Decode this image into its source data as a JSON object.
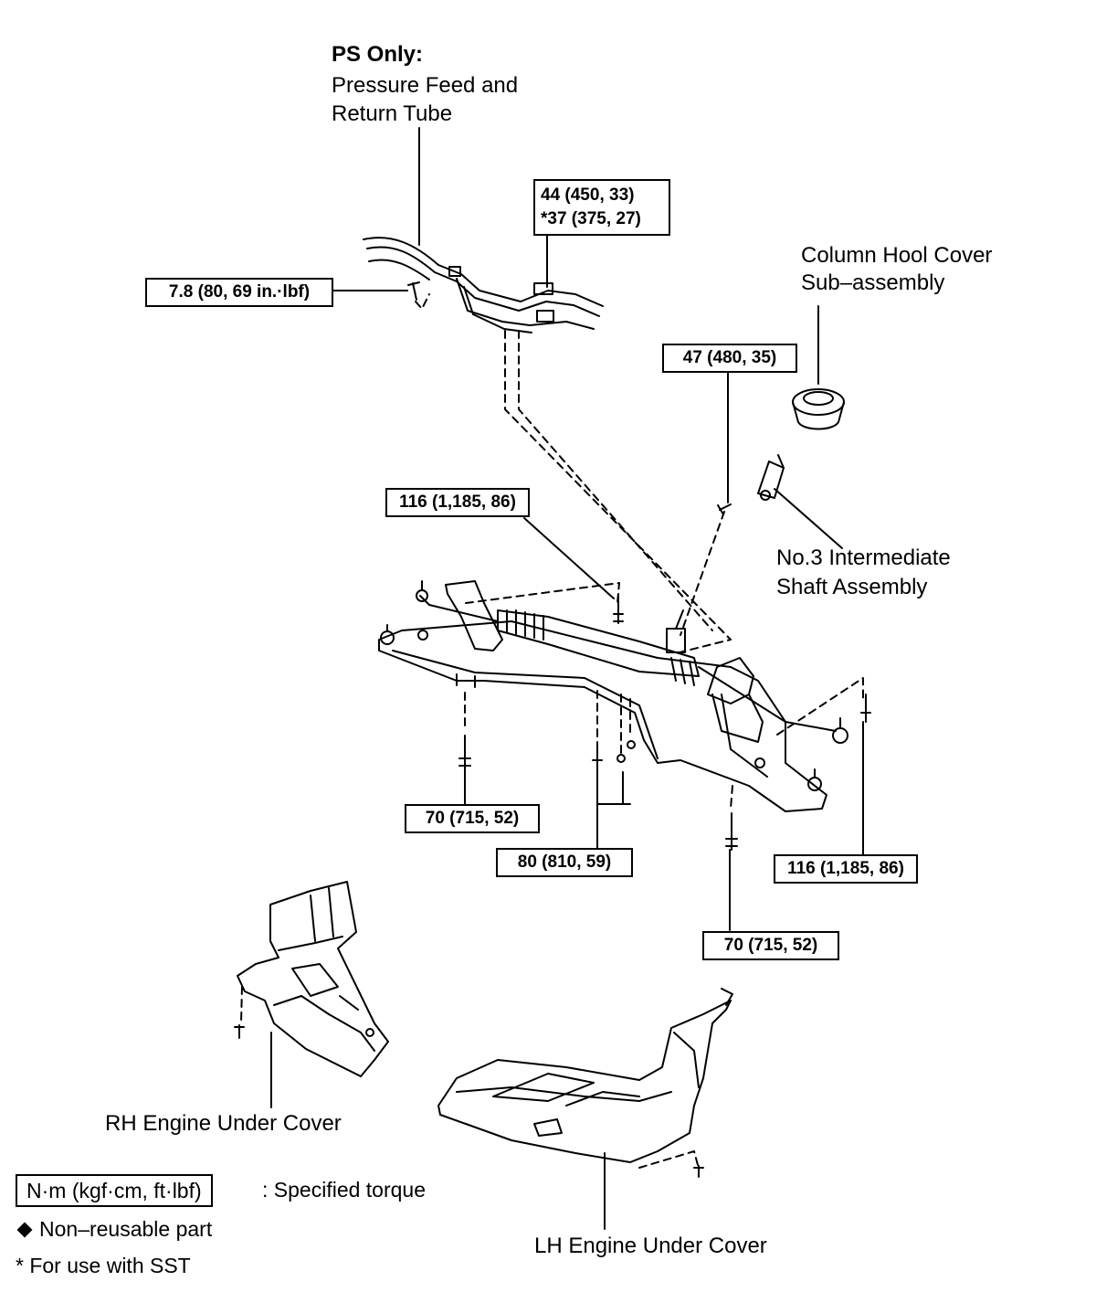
{
  "labels": {
    "ps_only": "PS Only:",
    "pressure_feed_1": "Pressure Feed and",
    "pressure_feed_2": "Return Tube",
    "column_cover_1": "Column Hool Cover",
    "column_cover_2": "Sub–assembly",
    "intermediate_1": "No.3 Intermediate",
    "intermediate_2": "Shaft Assembly",
    "rh_cover": "RH Engine Under Cover",
    "lh_cover": "LH Engine Under Cover"
  },
  "torques": {
    "pressure_tube_a": "44 (450, 33)",
    "pressure_tube_b": "*37 (375, 27)",
    "union_bolt": "7.8 (80, 69 in.·lbf)",
    "intermediate_bolt": "47 (480, 35)",
    "tie_rod_left": "116 (1,185, 86)",
    "tie_rod_right": "116 (1,185, 86)",
    "member_front_left": "70 (715, 52)",
    "member_rear": "80 (810, 59)",
    "member_front_right": "70 (715, 52)"
  },
  "legend": {
    "unit_box": "N·m (kgf·cm, ft·lbf)",
    "unit_desc": ": Specified torque",
    "non_reusable": "Non–reusable part",
    "sst_note": "* For use with SST"
  }
}
